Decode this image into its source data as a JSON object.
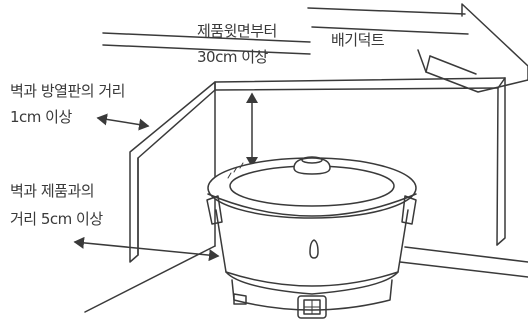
{
  "labels": {
    "top_line1": "제품윗면부터",
    "top_line2": "30cm 이상",
    "duct": "배기덕트",
    "wall_line1": "벽과 방열판의 거리",
    "wall_line2": "1cm 이상",
    "side_line1": "벽과 제품과의",
    "side_line2": "거리 5cm 이상"
  },
  "colors": {
    "line": "#3a3a3a",
    "text": "#3a3a3a",
    "background": "#ffffff"
  }
}
